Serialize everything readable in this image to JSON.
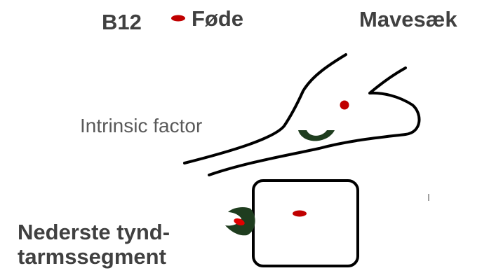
{
  "labels": {
    "b12": "B12",
    "food": "Føde",
    "stomach": "Mavesæk",
    "intrinsic_factor": "Intrinsic factor",
    "small_intestine_line1": "Nederste tynd-",
    "small_intestine_line2": "tarmssegment"
  },
  "colors": {
    "b12_particle": "#c00000",
    "intrinsic_factor": "#1f3d1f",
    "outline": "#000000",
    "text": "#404040"
  },
  "icons": {
    "b12": "red-ellipse",
    "intrinsic_factor": "dark-green-crescent"
  }
}
